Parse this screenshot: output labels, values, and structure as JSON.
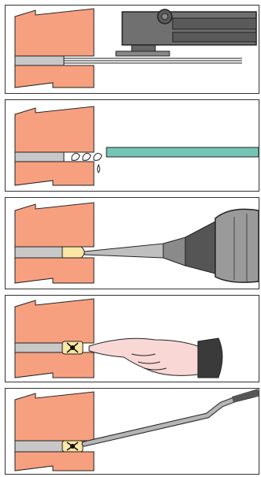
{
  "figure": {
    "steps": [
      {
        "id": "cut-joint",
        "tool": "angle-grinder-icon"
      },
      {
        "id": "clean-joint",
        "tool": "water-hose-icon"
      },
      {
        "id": "fill-sealant",
        "tool": "caulking-gun-icon"
      },
      {
        "id": "press-sealant",
        "tool": "pointing-hand-icon"
      },
      {
        "id": "smooth-joint",
        "tool": "jointing-tool-icon"
      }
    ]
  },
  "colors": {
    "brick": "#f7a07f",
    "mortar": "#c8c8c8",
    "sealant": "#fbe7a6",
    "water_pipe": "#74c5b5",
    "outline": "#222222",
    "metal": "#9a9a9a",
    "skin": "#f8d7d5",
    "sleeve": "#3a3a3a"
  }
}
